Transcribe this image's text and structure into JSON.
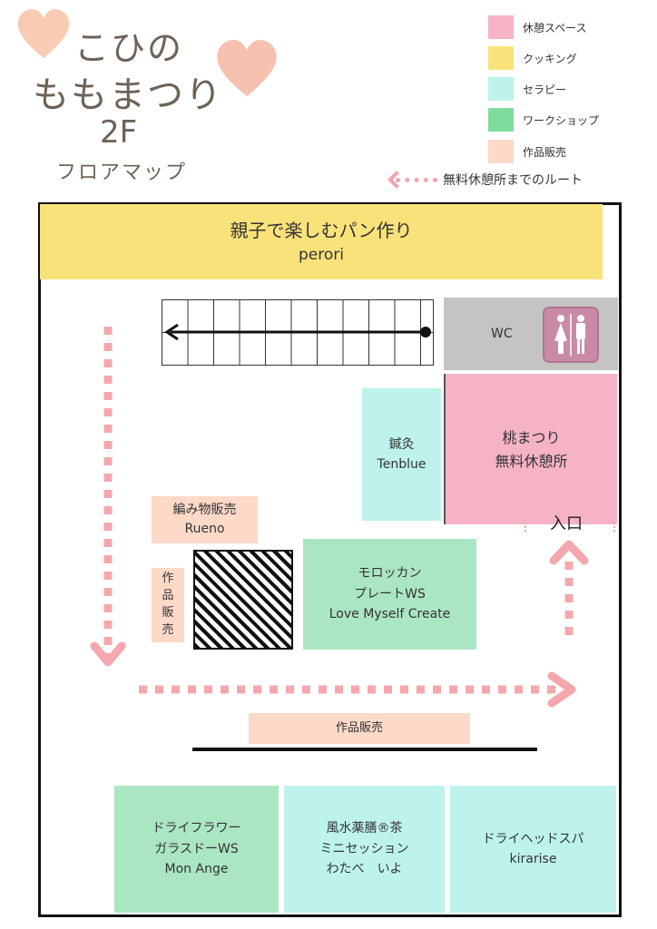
{
  "title": {
    "line1": "こひの",
    "line2": "ももまつり",
    "line3": "2F",
    "line4": "フロアマップ"
  },
  "legend": [
    {
      "label": "休憩スペース",
      "color": "#f6b3c6"
    },
    {
      "label": "クッキング",
      "color": "#f9e27a"
    },
    {
      "label": "セラピー",
      "color": "#bdf3ec"
    },
    {
      "label": "ワークショップ",
      "color": "#7edc9e"
    },
    {
      "label": "作品販売",
      "color": "#fdd9c8"
    }
  ],
  "route_legend": {
    "label": "無料休憩所までのルート",
    "color": "#f2a3aa"
  },
  "rooms": {
    "bread": {
      "line1": "親子で楽しむパン作り",
      "line2": "perori"
    },
    "wc": {
      "label": "WC"
    },
    "rest": {
      "line1": "桃まつり",
      "line2": "無料休憩所"
    },
    "entrance": {
      "label": "入口"
    },
    "shinkyu": {
      "line1": "鍼灸",
      "line2": "Tenblue"
    },
    "knit": {
      "line1": "編み物販売",
      "line2": "Rueno"
    },
    "sakuhin_v": {
      "chars": [
        "作",
        "品",
        "販",
        "売"
      ]
    },
    "morocco": {
      "line1": "モロッカン",
      "line2": "プレートWS",
      "line3": "Love Myself Create"
    },
    "sakuhin_h": {
      "label": "作品販売"
    },
    "dryflower": {
      "line1": "ドライフラワー",
      "line2": "ガラスドーWS",
      "line3": "Mon Ange"
    },
    "fusui": {
      "line1": "風水薬膳®茶",
      "line2": "ミニセッション",
      "line3": "わたべ　いよ"
    },
    "headspa": {
      "line1": "ドライヘッドスパ",
      "line2": "kirarise"
    }
  }
}
